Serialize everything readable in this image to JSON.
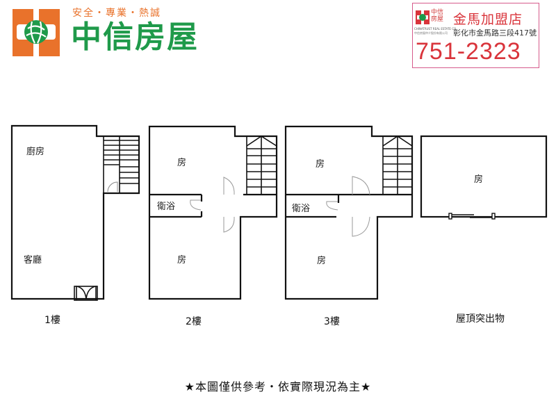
{
  "brand": {
    "slogan": "安全・專業・熱誠",
    "name": "中信房屋",
    "colors": {
      "orange": "#e9722b",
      "green": "#1f9a4a",
      "red": "#d9343b"
    }
  },
  "franchise_card": {
    "logo_text": "中信房屋",
    "logo_en": "CHINATRUST REAL ESTATE CO.",
    "logo_cn_small": "中信房屋仲介股份有限公司",
    "store_name": "金馬加盟店",
    "address": "彰化市金馬路三段417號",
    "phone": "751-2323"
  },
  "floors": [
    {
      "label": "1樓",
      "rooms": [
        "廚房",
        "客廳"
      ]
    },
    {
      "label": "2樓",
      "rooms": [
        "房",
        "衛浴",
        "房"
      ]
    },
    {
      "label": "3樓",
      "rooms": [
        "房",
        "衛浴",
        "房"
      ]
    },
    {
      "label": "屋頂突出物",
      "rooms": [
        "房"
      ]
    }
  ],
  "note": "★本圖僅供參考・依實際現況為主★"
}
